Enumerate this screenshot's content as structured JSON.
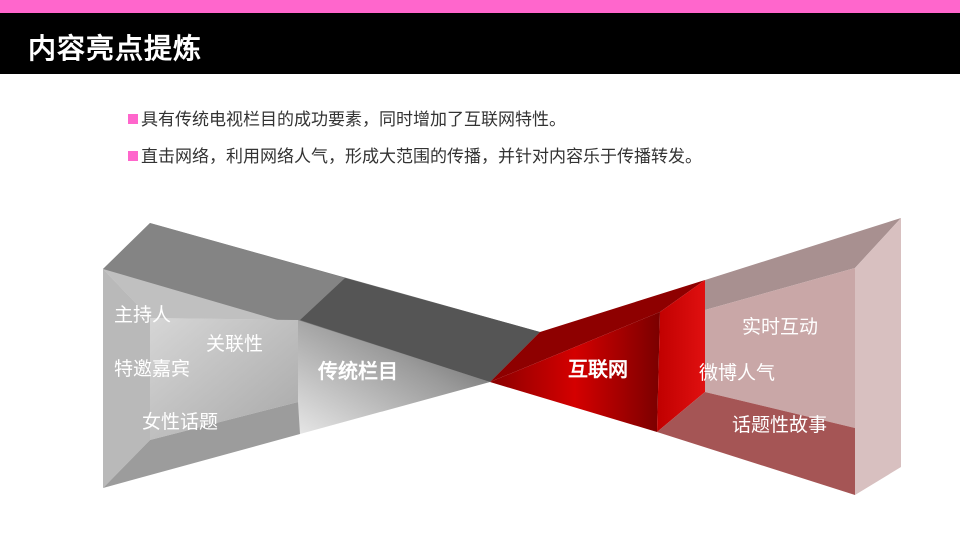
{
  "header": {
    "title": "内容亮点提炼"
  },
  "bullets": [
    "具有传统电视栏目的成功要素，同时增加了互联网特性。",
    "直击网络，利用网络人气，形成大范围的传播，并针对内容乐于传播转发。"
  ],
  "diagram": {
    "left_items": [
      "主持人",
      "关联性",
      "特邀嘉宾",
      "女性话题"
    ],
    "left_center": "传统栏目",
    "right_center": "互联网",
    "right_items": [
      "实时互动",
      "微博人气",
      "话题性故事"
    ]
  },
  "colors": {
    "accent_pink": "#ff66cc",
    "title_bar": "#000000",
    "left_funnel_gray": "#9a9a9a",
    "center_red": "#c00000",
    "right_funnel_rose": "#c9a7a7"
  }
}
